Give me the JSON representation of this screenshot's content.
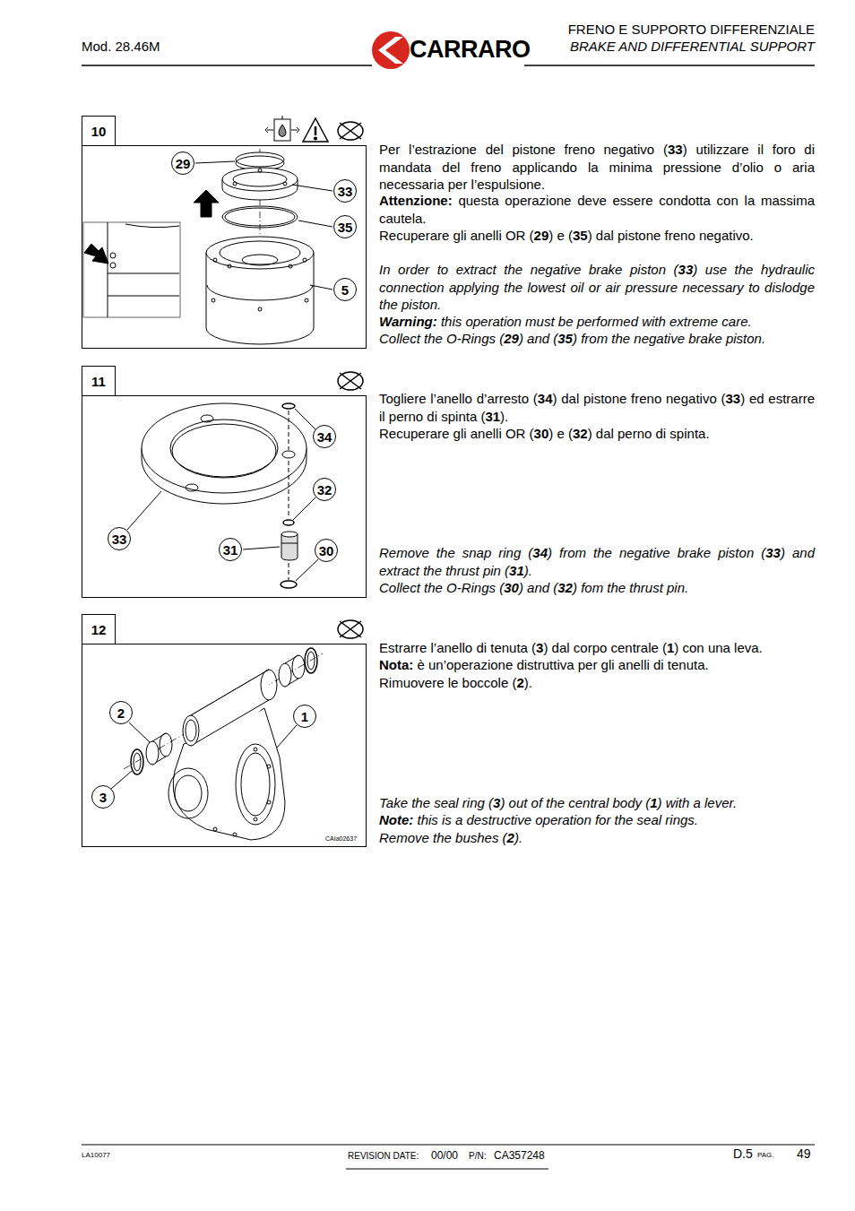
{
  "diagram": {
    "nodes": [
      {
        "text": [
          "10"
        ]
      },
      {
        "text": [
          "29"
        ],
        "in": 0
      },
      {
        "text": [
          "33"
        ],
        "in": 0
      },
      {
        "text": [
          "35"
        ],
        "in": 0
      },
      {
        "text": [
          "5"
        ],
        "in": 0
      },
      {
        "text": [
          "11"
        ]
      },
      {
        "text": [
          "34"
        ],
        "in": 5
      },
      {
        "text": [
          "32"
        ],
        "in": 5
      },
      {
        "text": [
          "33"
        ],
        "in": 5
      },
      {
        "text": [
          "31"
        ],
        "in": 5
      },
      {
        "text": [
          "30"
        ],
        "in": 5
      },
      {
        "text": [
          "12"
        ]
      },
      {
        "text": [
          "2"
        ],
        "in": 11
      },
      {
        "text": [
          "1"
        ],
        "in": 11
      },
      {
        "text": [
          "3"
        ],
        "in": 11
      }
    ],
    "labels": [
      "Mod. 28.46M",
      "CARRARO",
      "FRENO E SUPPORTO DIFFERENZIALE",
      "BRAKE AND DIFFERENTIAL SUPPORT",
      "Per l’estrazione del pistone freno negativo (33) utilizzare il foro di mandata del freno applicando la minima pressione d’olio o aria necessaria per l’espulsione.",
      "Attenzione: questa operazione deve essere condotta con la massima cautela.",
      "Recuperare gli anelli OR (29) e (35) dal pistone freno negativo.",
      "In order to extract the negative brake piston (33) use the hydraulic connection applying the lowest oil or air pressure necessary to dislodge the piston.",
      "Warning: this operation must be performed with extreme care.",
      "Collect the O-Rings (29) and (35) from the negative brake piston.",
      "Togliere l’anello d’arresto (34) dal pistone freno negativo (33) ed estrarre il perno di spinta (31).",
      "Recuperare gli anelli OR (30) e (32) dal perno di spinta.",
      "Remove the snap ring (34) from the negative brake piston (33) and extract the thrust pin (31).",
      "Collect the O-Rings (30) and (32) fom the thrust pin.",
      "Estrarre l’anello di tenuta (3) dal corpo centrale (1) con una leva.",
      "Nota: è un’operazione distruttiva per gli anelli di tenuta.",
      "Rimuovere le boccole (2).",
      "Take the seal ring (3) out of the central body (1) with a lever.",
      "Note: this is a destructive operation for the seal rings.",
      "Remove the bushes (2).",
      "CAIa02637",
      "LA10077",
      "REVISION DATE:",
      "00/00",
      "P/N:",
      "CA357248",
      "D.5",
      "PAG.",
      "49"
    ]
  }
}
